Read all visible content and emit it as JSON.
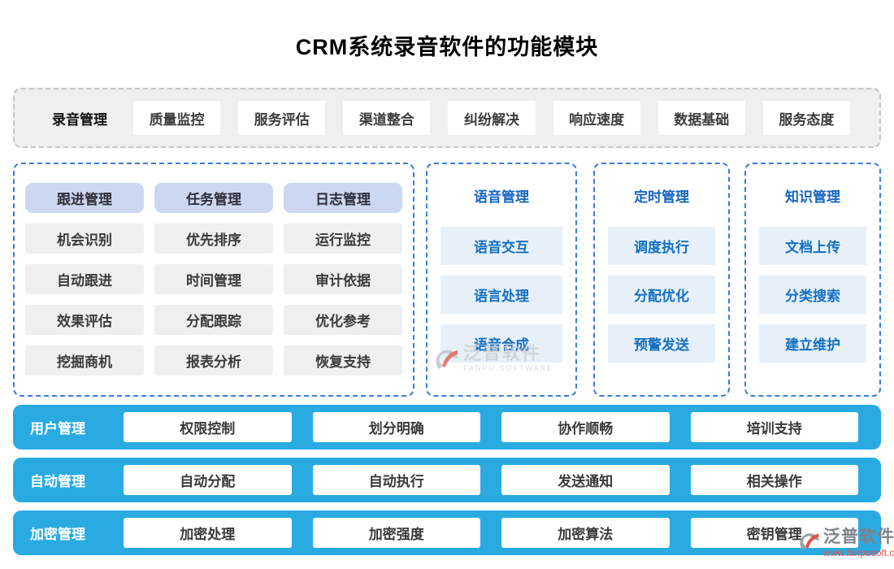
{
  "title": "CRM系统录音软件的功能模块",
  "top_row": {
    "label": "录音管理",
    "items": [
      "质量监控",
      "服务评估",
      "渠道整合",
      "纠纷解决",
      "响应速度",
      "数据基础",
      "服务态度"
    ]
  },
  "left_panel": {
    "columns": [
      {
        "header": "跟进管理",
        "items": [
          "机会识别",
          "自动跟进",
          "效果评估",
          "挖掘商机"
        ]
      },
      {
        "header": "任务管理",
        "items": [
          "优先排序",
          "时间管理",
          "分配跟踪",
          "报表分析"
        ]
      },
      {
        "header": "日志管理",
        "items": [
          "运行监控",
          "审计依据",
          "优化参考",
          "恢复支持"
        ]
      }
    ]
  },
  "middle_panels": [
    {
      "title": "语音管理",
      "items": [
        "语音交互",
        "语言处理",
        "语音合成"
      ]
    },
    {
      "title": "定时管理",
      "items": [
        "调度执行",
        "分配优化",
        "预警发送"
      ]
    },
    {
      "title": "知识管理",
      "items": [
        "文档上传",
        "分类搜索",
        "建立维护"
      ]
    }
  ],
  "bottom_bars": [
    {
      "label": "用户管理",
      "items": [
        "权限控制",
        "划分明确",
        "协作顺畅",
        "培训支持"
      ]
    },
    {
      "label": "自动管理",
      "items": [
        "自动分配",
        "自动执行",
        "发送通知",
        "相关操作"
      ]
    },
    {
      "label": "加密管理",
      "items": [
        "加密处理",
        "加密强度",
        "加密算法",
        "密钥管理"
      ]
    }
  ],
  "watermarks": {
    "center": {
      "brand": "泛普软件",
      "subtitle": "FANPU SOFTWARE"
    },
    "corner": {
      "brand": "泛普软件",
      "url": "www.fanpusoft.com"
    }
  },
  "colors": {
    "bar_blue": "#29abe2",
    "dashed_blue": "#3b7dd8",
    "panel_item_bg": "#e7f0f8",
    "panel_text_blue": "#1470c4",
    "header_button_bg": "#ccd8f1",
    "gray_button_bg": "#efefef",
    "top_strip_bg": "#efeff0",
    "watermark_red": "#e2504a"
  }
}
